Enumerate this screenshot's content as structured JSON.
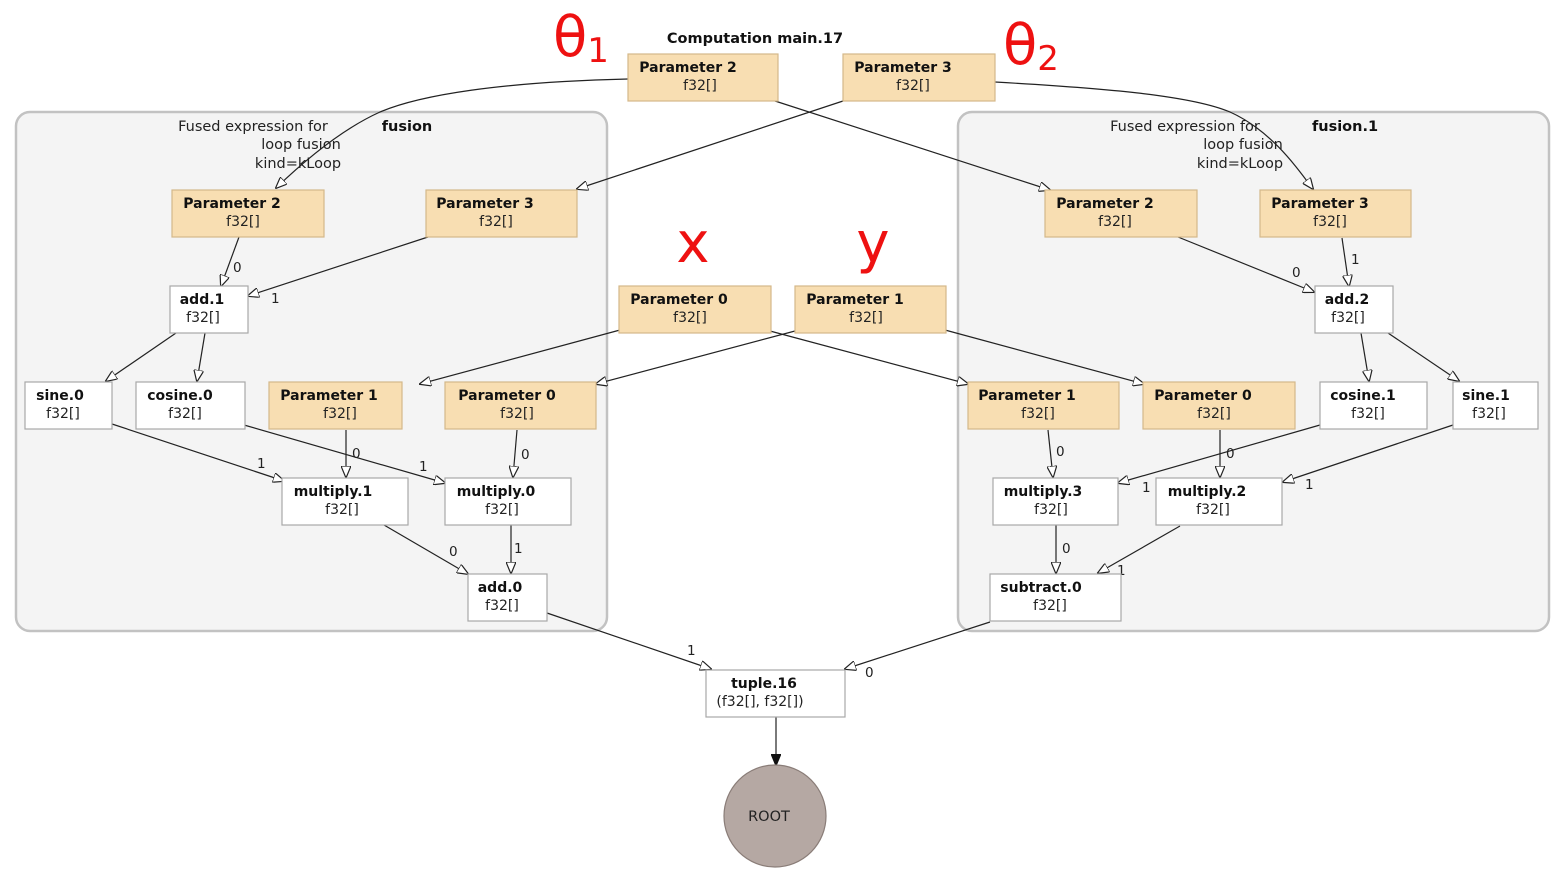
{
  "computation_title": "Computation main.17",
  "annotations": {
    "theta1": {
      "symbol": "θ",
      "subscript": "1"
    },
    "theta2": {
      "symbol": "θ",
      "subscript": "2"
    },
    "x": "x",
    "y": "y"
  },
  "clusters": {
    "fusion": {
      "desc_line1": "Fused expression for",
      "desc_line2": "loop fusion",
      "desc_line3": "kind=kLoop",
      "name": "fusion"
    },
    "fusion1": {
      "desc_line1": "Fused expression for",
      "desc_line2": "loop fusion",
      "desc_line3": "kind=kLoop",
      "name": "fusion.1"
    }
  },
  "nodes": {
    "top_param2": {
      "title": "Parameter 2",
      "type": "f32[]"
    },
    "top_param3": {
      "title": "Parameter 3",
      "type": "f32[]"
    },
    "top_param0": {
      "title": "Parameter 0",
      "type": "f32[]"
    },
    "top_param1": {
      "title": "Parameter 1",
      "type": "f32[]"
    },
    "f_param2": {
      "title": "Parameter 2",
      "type": "f32[]"
    },
    "f_param3": {
      "title": "Parameter 3",
      "type": "f32[]"
    },
    "f_add1": {
      "title": "add.1",
      "type": "f32[]"
    },
    "f_sine0": {
      "title": "sine.0",
      "type": "f32[]"
    },
    "f_cosine0": {
      "title": "cosine.0",
      "type": "f32[]"
    },
    "f_param1": {
      "title": "Parameter 1",
      "type": "f32[]"
    },
    "f_param0": {
      "title": "Parameter 0",
      "type": "f32[]"
    },
    "f_mul1": {
      "title": "multiply.1",
      "type": "f32[]"
    },
    "f_mul0": {
      "title": "multiply.0",
      "type": "f32[]"
    },
    "f_add0": {
      "title": "add.0",
      "type": "f32[]"
    },
    "g_param2": {
      "title": "Parameter 2",
      "type": "f32[]"
    },
    "g_param3": {
      "title": "Parameter 3",
      "type": "f32[]"
    },
    "g_add2": {
      "title": "add.2",
      "type": "f32[]"
    },
    "g_param1": {
      "title": "Parameter 1",
      "type": "f32[]"
    },
    "g_param0": {
      "title": "Parameter 0",
      "type": "f32[]"
    },
    "g_cosine1": {
      "title": "cosine.1",
      "type": "f32[]"
    },
    "g_sine1": {
      "title": "sine.1",
      "type": "f32[]"
    },
    "g_mul3": {
      "title": "multiply.3",
      "type": "f32[]"
    },
    "g_mul2": {
      "title": "multiply.2",
      "type": "f32[]"
    },
    "g_sub0": {
      "title": "subtract.0",
      "type": "f32[]"
    },
    "tuple16": {
      "title": "tuple.16",
      "type": "(f32[], f32[])"
    },
    "root": {
      "title": "ROOT"
    }
  },
  "edge_labels": {
    "p2_add1": "0",
    "p3_add1": "1",
    "sine0_mul1": "1",
    "p1_mul1": "0",
    "cos0_mul0": "1",
    "p0_mul0": "0",
    "mul1_add0": "0",
    "mul0_add0": "1",
    "g_p2_add2": "0",
    "g_p3_add2": "1",
    "g_p1_mul3": "0",
    "g_cos1_mul3": "1",
    "g_p0_mul2": "0",
    "g_sine1_mul2": "1",
    "mul3_sub0": "0",
    "mul2_sub0": "1",
    "add0_tuple": "1",
    "sub0_tuple": "0"
  }
}
